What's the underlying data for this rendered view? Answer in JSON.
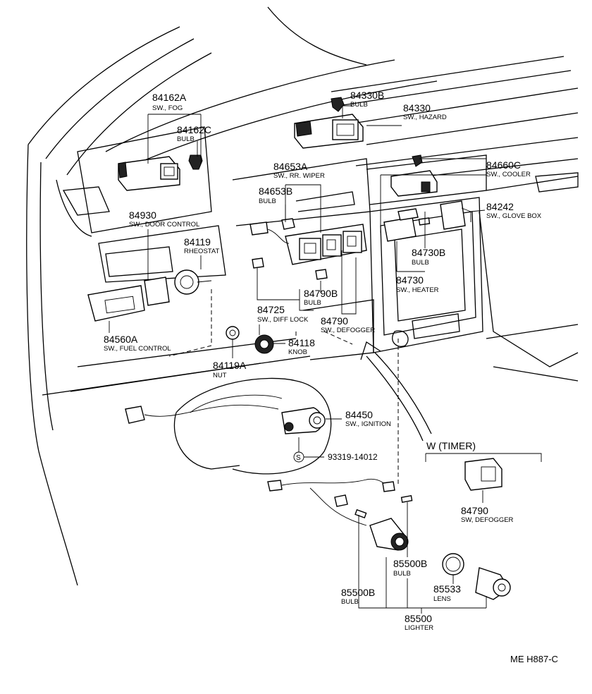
{
  "diagram_ref": "ME H887-C",
  "timer_variant_label": "W (TIMER)",
  "screw_symbol": "S",
  "parts": [
    {
      "id": "sw-fog",
      "number": "84162A",
      "desc": "SW., FOG"
    },
    {
      "id": "bulb-fog",
      "number": "84162C",
      "desc": "BULB"
    },
    {
      "id": "bulb-hazard",
      "number": "84330B",
      "desc": "BULB"
    },
    {
      "id": "sw-hazard",
      "number": "84330",
      "desc": "SW., HAZARD"
    },
    {
      "id": "sw-rr-wiper",
      "number": "84653A",
      "desc": "SW., RR. WIPER"
    },
    {
      "id": "bulb-rr-wiper",
      "number": "84653B",
      "desc": "BULB"
    },
    {
      "id": "sw-cooler",
      "number": "84660C",
      "desc": "SW., COOLER"
    },
    {
      "id": "sw-door-control",
      "number": "84930",
      "desc": "SW., DOOR CONTROL"
    },
    {
      "id": "sw-glove-box",
      "number": "84242",
      "desc": "SW., GLOVE BOX"
    },
    {
      "id": "rheostat",
      "number": "84119",
      "desc": "RHEOSTAT"
    },
    {
      "id": "bulb-heater",
      "number": "84730B",
      "desc": "BULB"
    },
    {
      "id": "sw-heater",
      "number": "84730",
      "desc": "SW., HEATER"
    },
    {
      "id": "bulb-defogger",
      "number": "84790B",
      "desc": "BULB"
    },
    {
      "id": "sw-diff-lock",
      "number": "84725",
      "desc": "SW., DIFF LOCK"
    },
    {
      "id": "sw-defogger",
      "number": "84790",
      "desc": "SW., DEFOGGER"
    },
    {
      "id": "sw-fuel-control",
      "number": "84560A",
      "desc": "SW., FUEL CONTROL"
    },
    {
      "id": "knob",
      "number": "84118",
      "desc": "KNOB"
    },
    {
      "id": "nut",
      "number": "84119A",
      "desc": "NUT"
    },
    {
      "id": "sw-ignition",
      "number": "84450",
      "desc": "SW., IGNITION"
    },
    {
      "id": "screw",
      "number": "93319-14012",
      "desc": ""
    },
    {
      "id": "sw-defogger-timer",
      "number": "84790",
      "desc": "SW, DEFOGGER"
    },
    {
      "id": "bulb-lighter-right",
      "number": "85500B",
      "desc": "BULB"
    },
    {
      "id": "bulb-lighter-left",
      "number": "85500B",
      "desc": "BULB"
    },
    {
      "id": "lens",
      "number": "85533",
      "desc": "LENS"
    },
    {
      "id": "lighter",
      "number": "85500",
      "desc": "LIGHTER"
    }
  ]
}
